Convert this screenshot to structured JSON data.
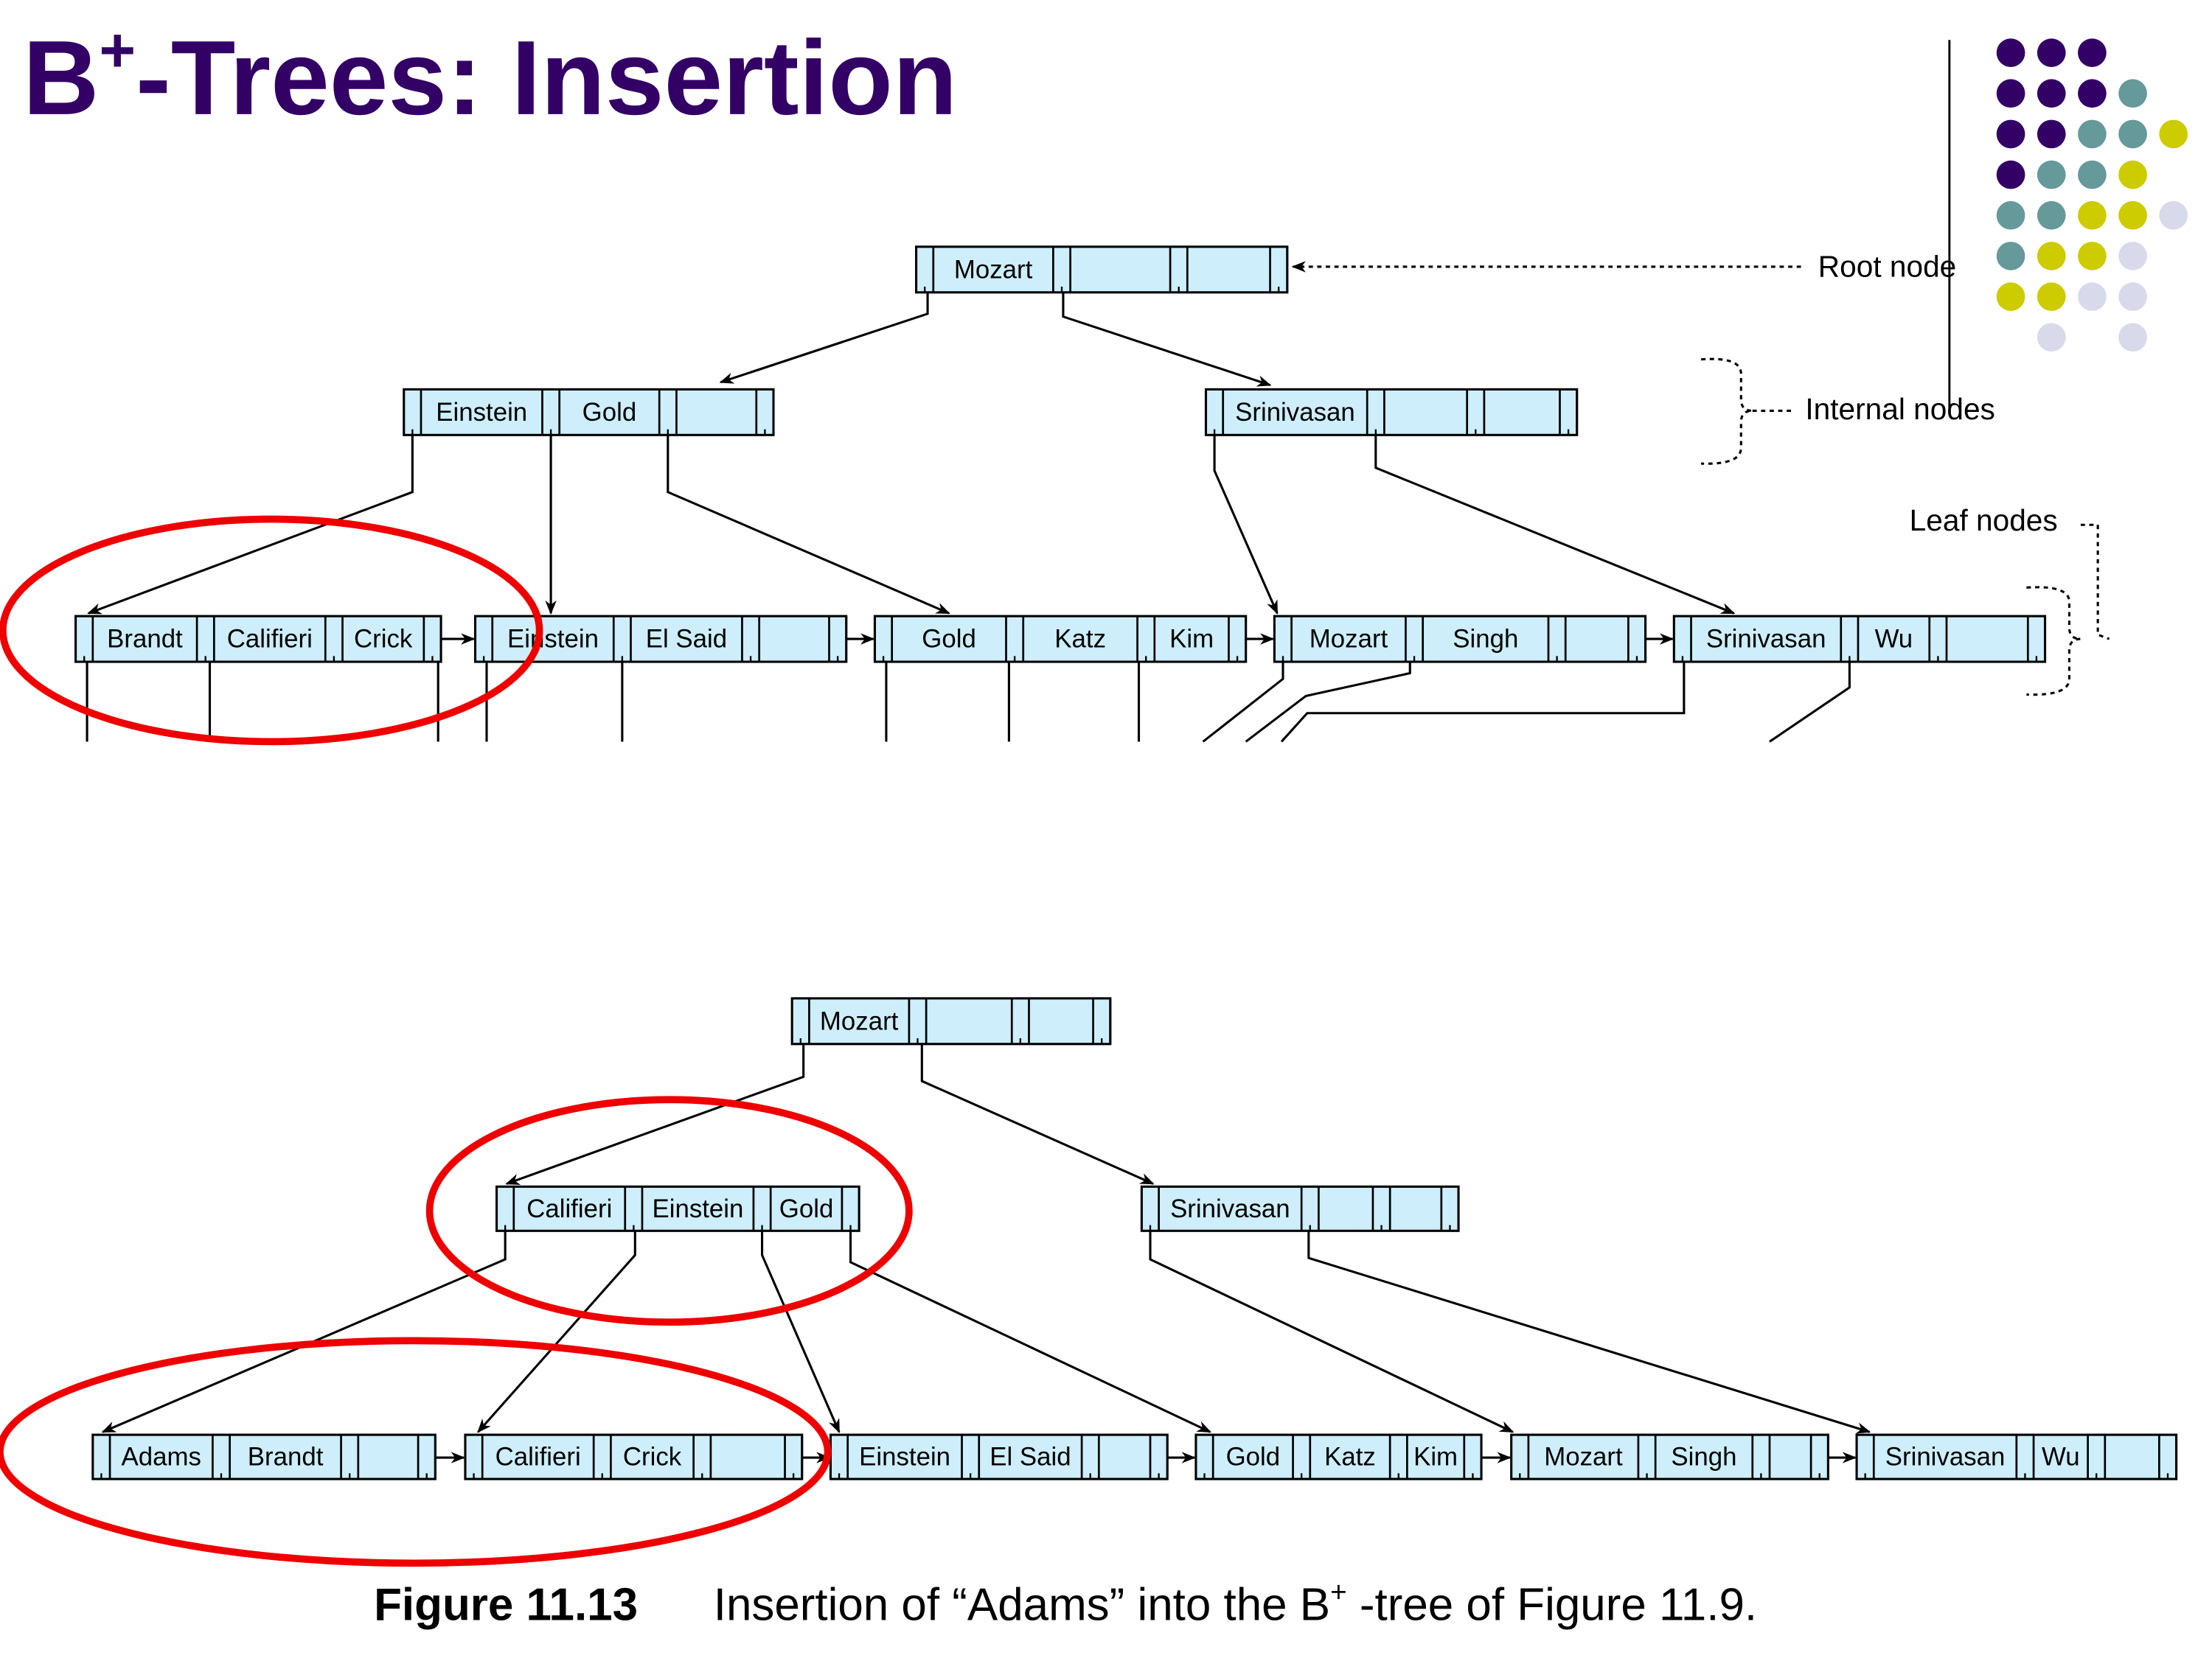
{
  "title": {
    "main": "B",
    "sup": "+",
    "rest": "-Trees:  Insertion"
  },
  "colors": {
    "title": "#330066",
    "node_fill": "#cdeefa",
    "highlight": "#ee0000",
    "dots": [
      "#330066",
      "#669999",
      "#cccc00",
      "#d9d9ec"
    ]
  },
  "top_tree": {
    "root": [
      "Mozart",
      "",
      ""
    ],
    "internal": [
      [
        "Einstein",
        "Gold",
        ""
      ],
      [
        "Srinivasan",
        "",
        ""
      ]
    ],
    "leaves": [
      [
        "Brandt",
        "Califieri",
        "Crick"
      ],
      [
        "Einstein",
        "El Said",
        ""
      ],
      [
        "Gold",
        "Katz",
        "Kim"
      ],
      [
        "Mozart",
        "Singh",
        ""
      ],
      [
        "Srinivasan",
        "Wu",
        ""
      ]
    ]
  },
  "annotations": {
    "root_node": "Root node",
    "internal_nodes": "Internal nodes",
    "leaf_nodes": "Leaf nodes"
  },
  "bottom_tree": {
    "root": [
      "Mozart",
      "",
      ""
    ],
    "internal": [
      [
        "Califieri",
        "Einstein",
        "Gold"
      ],
      [
        "Srinivasan",
        "",
        ""
      ]
    ],
    "leaves": [
      [
        "Adams",
        "Brandt",
        ""
      ],
      [
        "Califieri",
        "Crick",
        ""
      ],
      [
        "Einstein",
        "El Said",
        ""
      ],
      [
        "Gold",
        "Katz",
        "Kim"
      ],
      [
        "Mozart",
        "Singh",
        ""
      ],
      [
        "Srinivasan",
        "Wu",
        ""
      ]
    ]
  },
  "caption": {
    "label": "Figure 11.13",
    "text_pre": "Insertion of “Adams” into the B",
    "sup": "+",
    "text_post": " -tree of Figure 11.9."
  }
}
